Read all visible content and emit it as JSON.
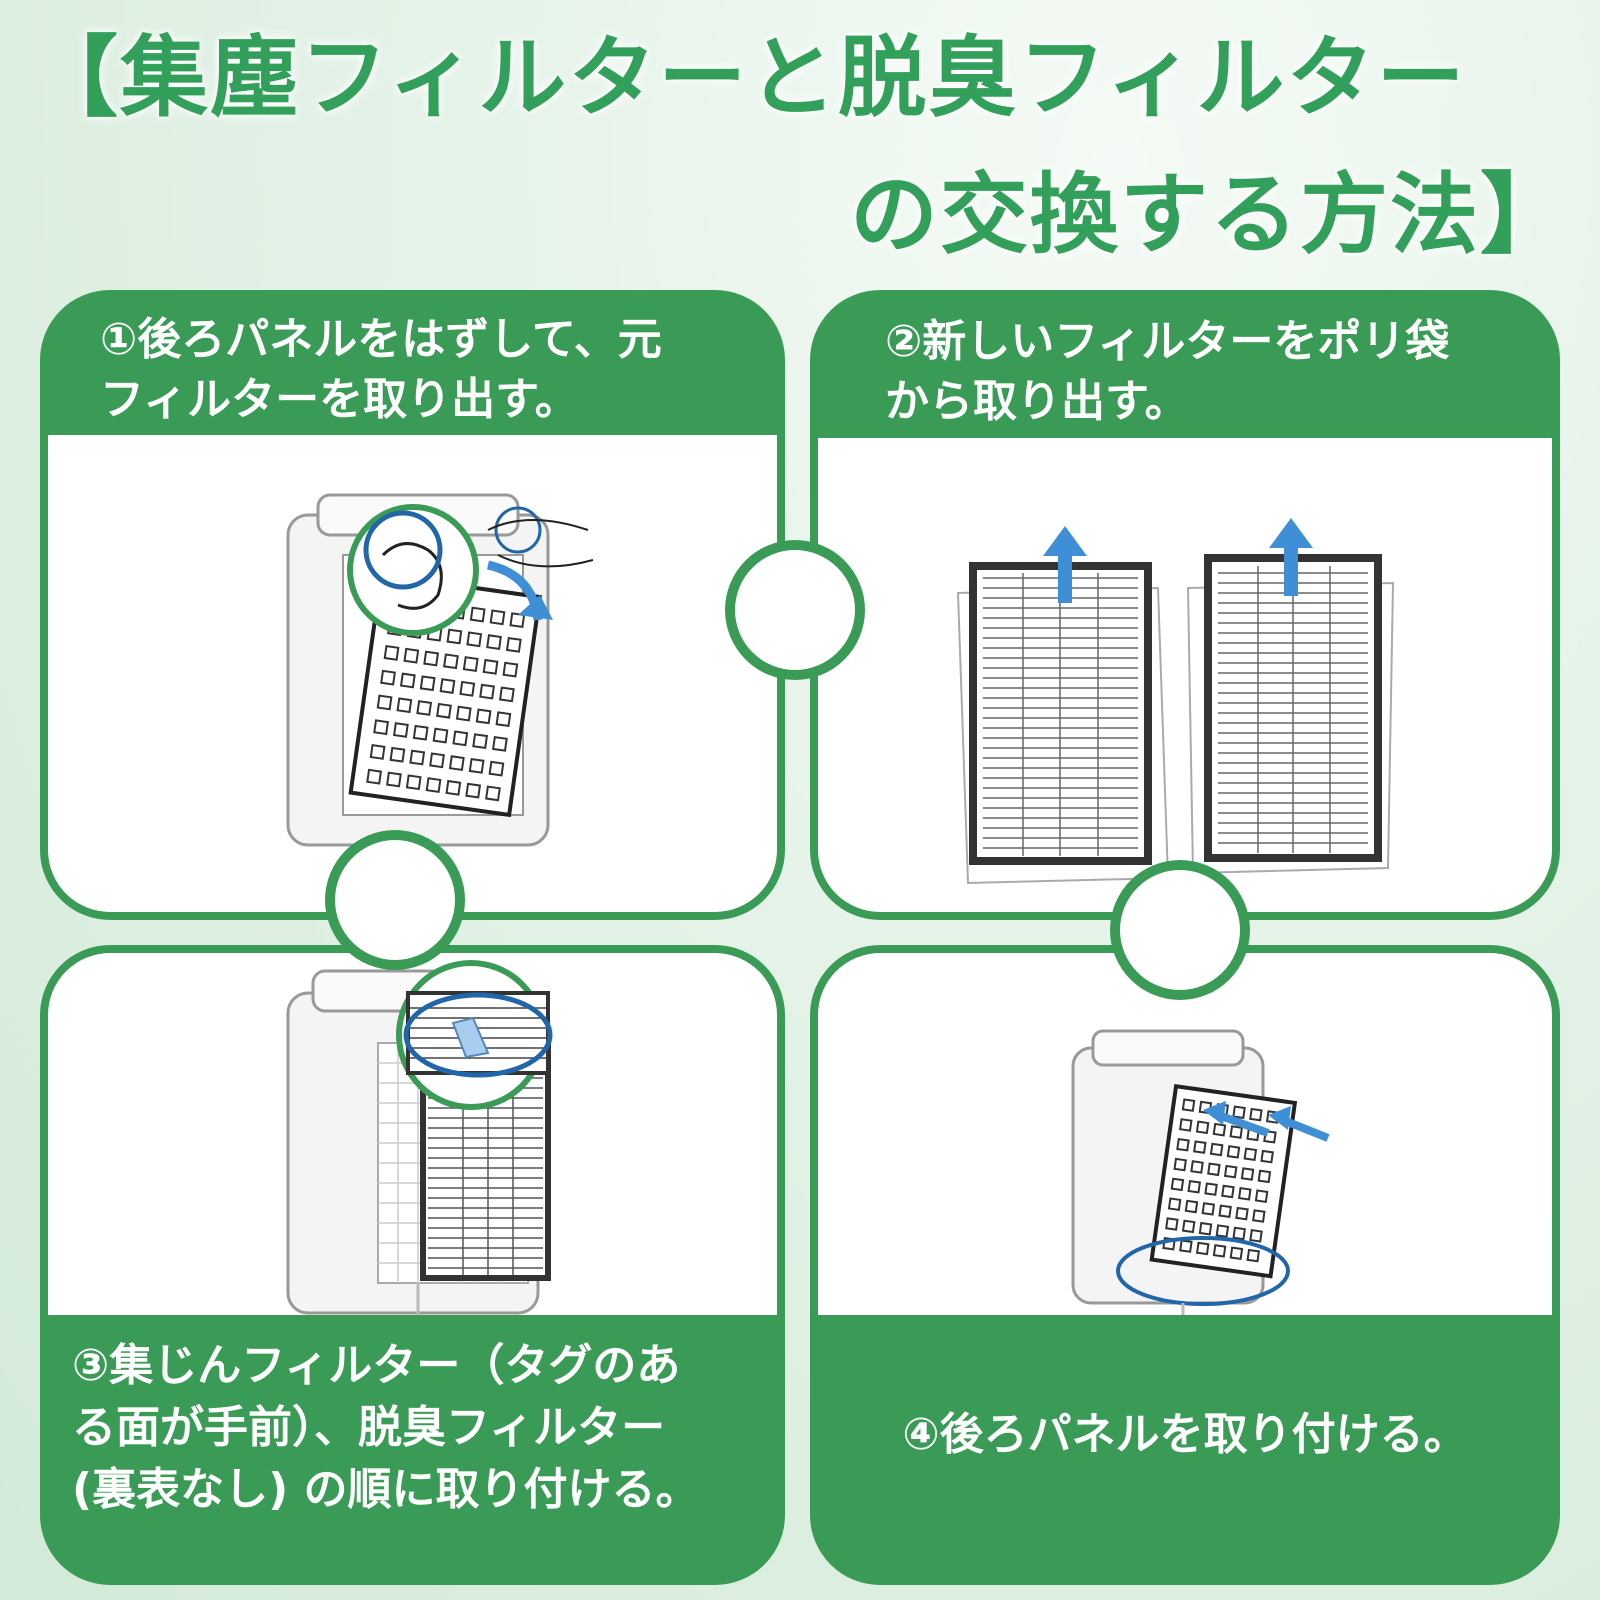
{
  "title": {
    "line1": "【集塵フィルターと脱臭フィルター",
    "line2": "の交換する方法】"
  },
  "steps": [
    {
      "line1": "①後ろパネルをはずして、元",
      "line2": "フィルターを取り出す。"
    },
    {
      "line1": "②新しいフィルターをポリ袋",
      "line2": "から取り出す。"
    },
    {
      "line1": "③集じんフィルター（タグのあ",
      "line2": "る面が手前）、脱臭フィルター",
      "line3": "(裏表なし) の順に取り付ける。"
    },
    {
      "line1": "④後ろパネルを取り付ける。"
    }
  ],
  "colors": {
    "green": "#3a9b57",
    "title_green": "#32a05a",
    "arrow_blue": "#3f8fd6",
    "circle_blue": "#2266aa"
  }
}
